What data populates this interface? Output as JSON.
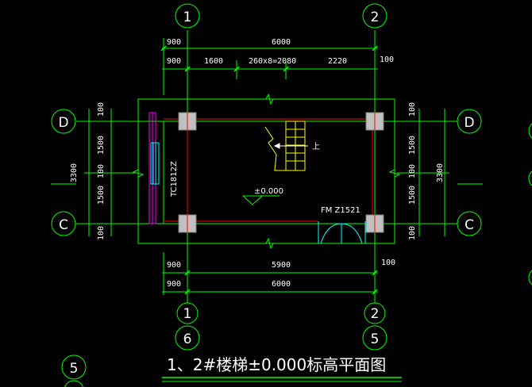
{
  "grid_axes": {
    "top": [
      "1",
      "2"
    ],
    "bottom": [
      "1",
      "2"
    ],
    "left": [
      "D",
      "C"
    ],
    "right": [
      "D",
      "C"
    ],
    "bottom_extra": [
      "6",
      "5"
    ],
    "left_extra": [
      "5"
    ]
  },
  "dimensions": {
    "top_overall": "6000",
    "top_offset_outer": "900",
    "top_offset_inner": "900",
    "top_segments": [
      "1600",
      "260x8=2080",
      "2220"
    ],
    "top_right_small": "100",
    "bottom_offset_1": "900",
    "bottom_offset_2": "900",
    "bottom_inner": "5900",
    "bottom_overall": "6000",
    "bottom_right_small": "100",
    "left_total": "3300",
    "left_segments": [
      "100",
      "1500",
      "100",
      "1500",
      "100"
    ],
    "right_total": "3300",
    "right_segments": [
      "100",
      "1500",
      "100",
      "1500",
      "100"
    ]
  },
  "annotations": {
    "window_code": "TC1812Z",
    "door_code": "FM Z1521",
    "elevation": "±0.000",
    "stair_arrow": "上"
  },
  "title": "1、2#楼梯±0.000标高平面图",
  "colors": {
    "background": "#000000",
    "line": "#00ff00",
    "axis_bubble": "#00ff00",
    "red_axis": "#ff0000",
    "column": "#c0c0c0",
    "stair": "#ffff00",
    "window": "#ff00ff",
    "door": "#00ffff"
  }
}
